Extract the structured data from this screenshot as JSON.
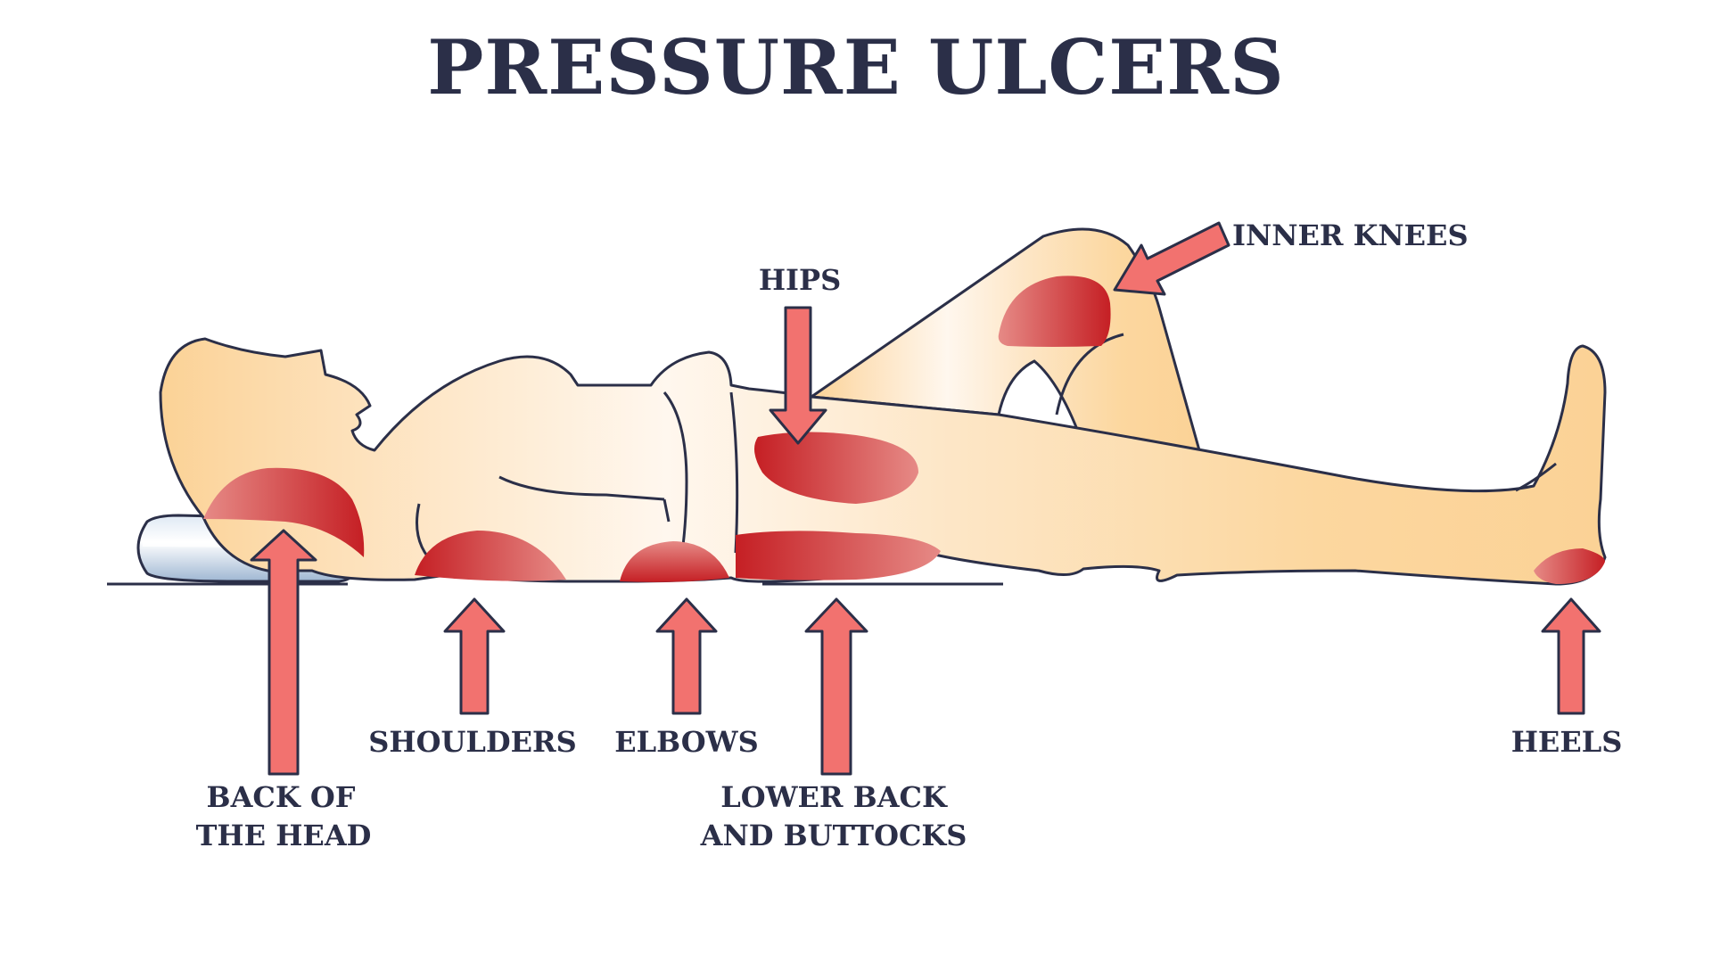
{
  "title": "PRESSURE ULCERS",
  "labels": {
    "back_of_head_line1": "BACK OF",
    "back_of_head_line2": "THE HEAD",
    "shoulders": "SHOULDERS",
    "elbows": "ELBOWS",
    "lower_back_line1": "LOWER BACK",
    "lower_back_line2": "AND BUTTOCKS",
    "hips": "HIPS",
    "inner_knees": "INNER KNEES",
    "heels": "HEELS"
  },
  "colors": {
    "title": "#2b2f48",
    "outline": "#2b2f48",
    "skin_light": "#fdf1e4",
    "skin_mid": "#fde2bd",
    "skin_dark": "#fbd296",
    "ulcer_dark": "#c51f24",
    "ulcer_light": "#e68a86",
    "arrow": "#f2726f",
    "pillow": "#c9d9ea"
  }
}
